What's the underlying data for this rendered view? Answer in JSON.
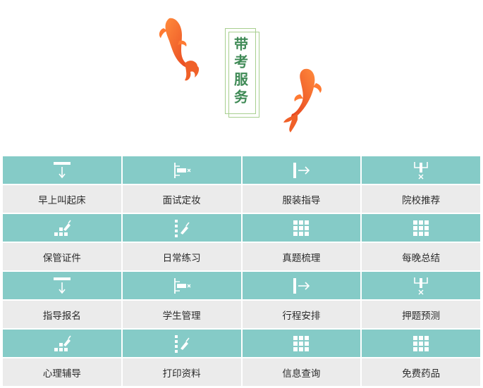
{
  "title": "带考服务",
  "colors": {
    "icon_row": "#85cbc7",
    "label_row": "#ebebeb",
    "title": "#3f8a56",
    "koi": "#ef4f25"
  },
  "rows": [
    {
      "icons": [
        "arrow-down-icon",
        "align-left-remove-icon",
        "align-right-arrow-icon",
        "dropdown-close-icon"
      ],
      "labels": [
        "早上叫起床",
        "面试定妆",
        "服装指导",
        "院校推荐"
      ]
    },
    {
      "icons": [
        "grid-brush-icon",
        "list-brush-icon",
        "grid-icon",
        "grid-icon"
      ],
      "labels": [
        "保管证件",
        "日常练习",
        "真题梳理",
        "每晚总结"
      ]
    },
    {
      "icons": [
        "arrow-down-icon",
        "align-left-remove-icon",
        "align-right-arrow-icon",
        "dropdown-close-icon"
      ],
      "labels": [
        "指导报名",
        "学生管理",
        "行程安排",
        "押题预测"
      ]
    },
    {
      "icons": [
        "grid-brush-icon",
        "list-brush-icon",
        "grid-icon",
        "grid-icon"
      ],
      "labels": [
        "心理辅导",
        "打印资料",
        "信息查询",
        "免费药品"
      ]
    }
  ]
}
